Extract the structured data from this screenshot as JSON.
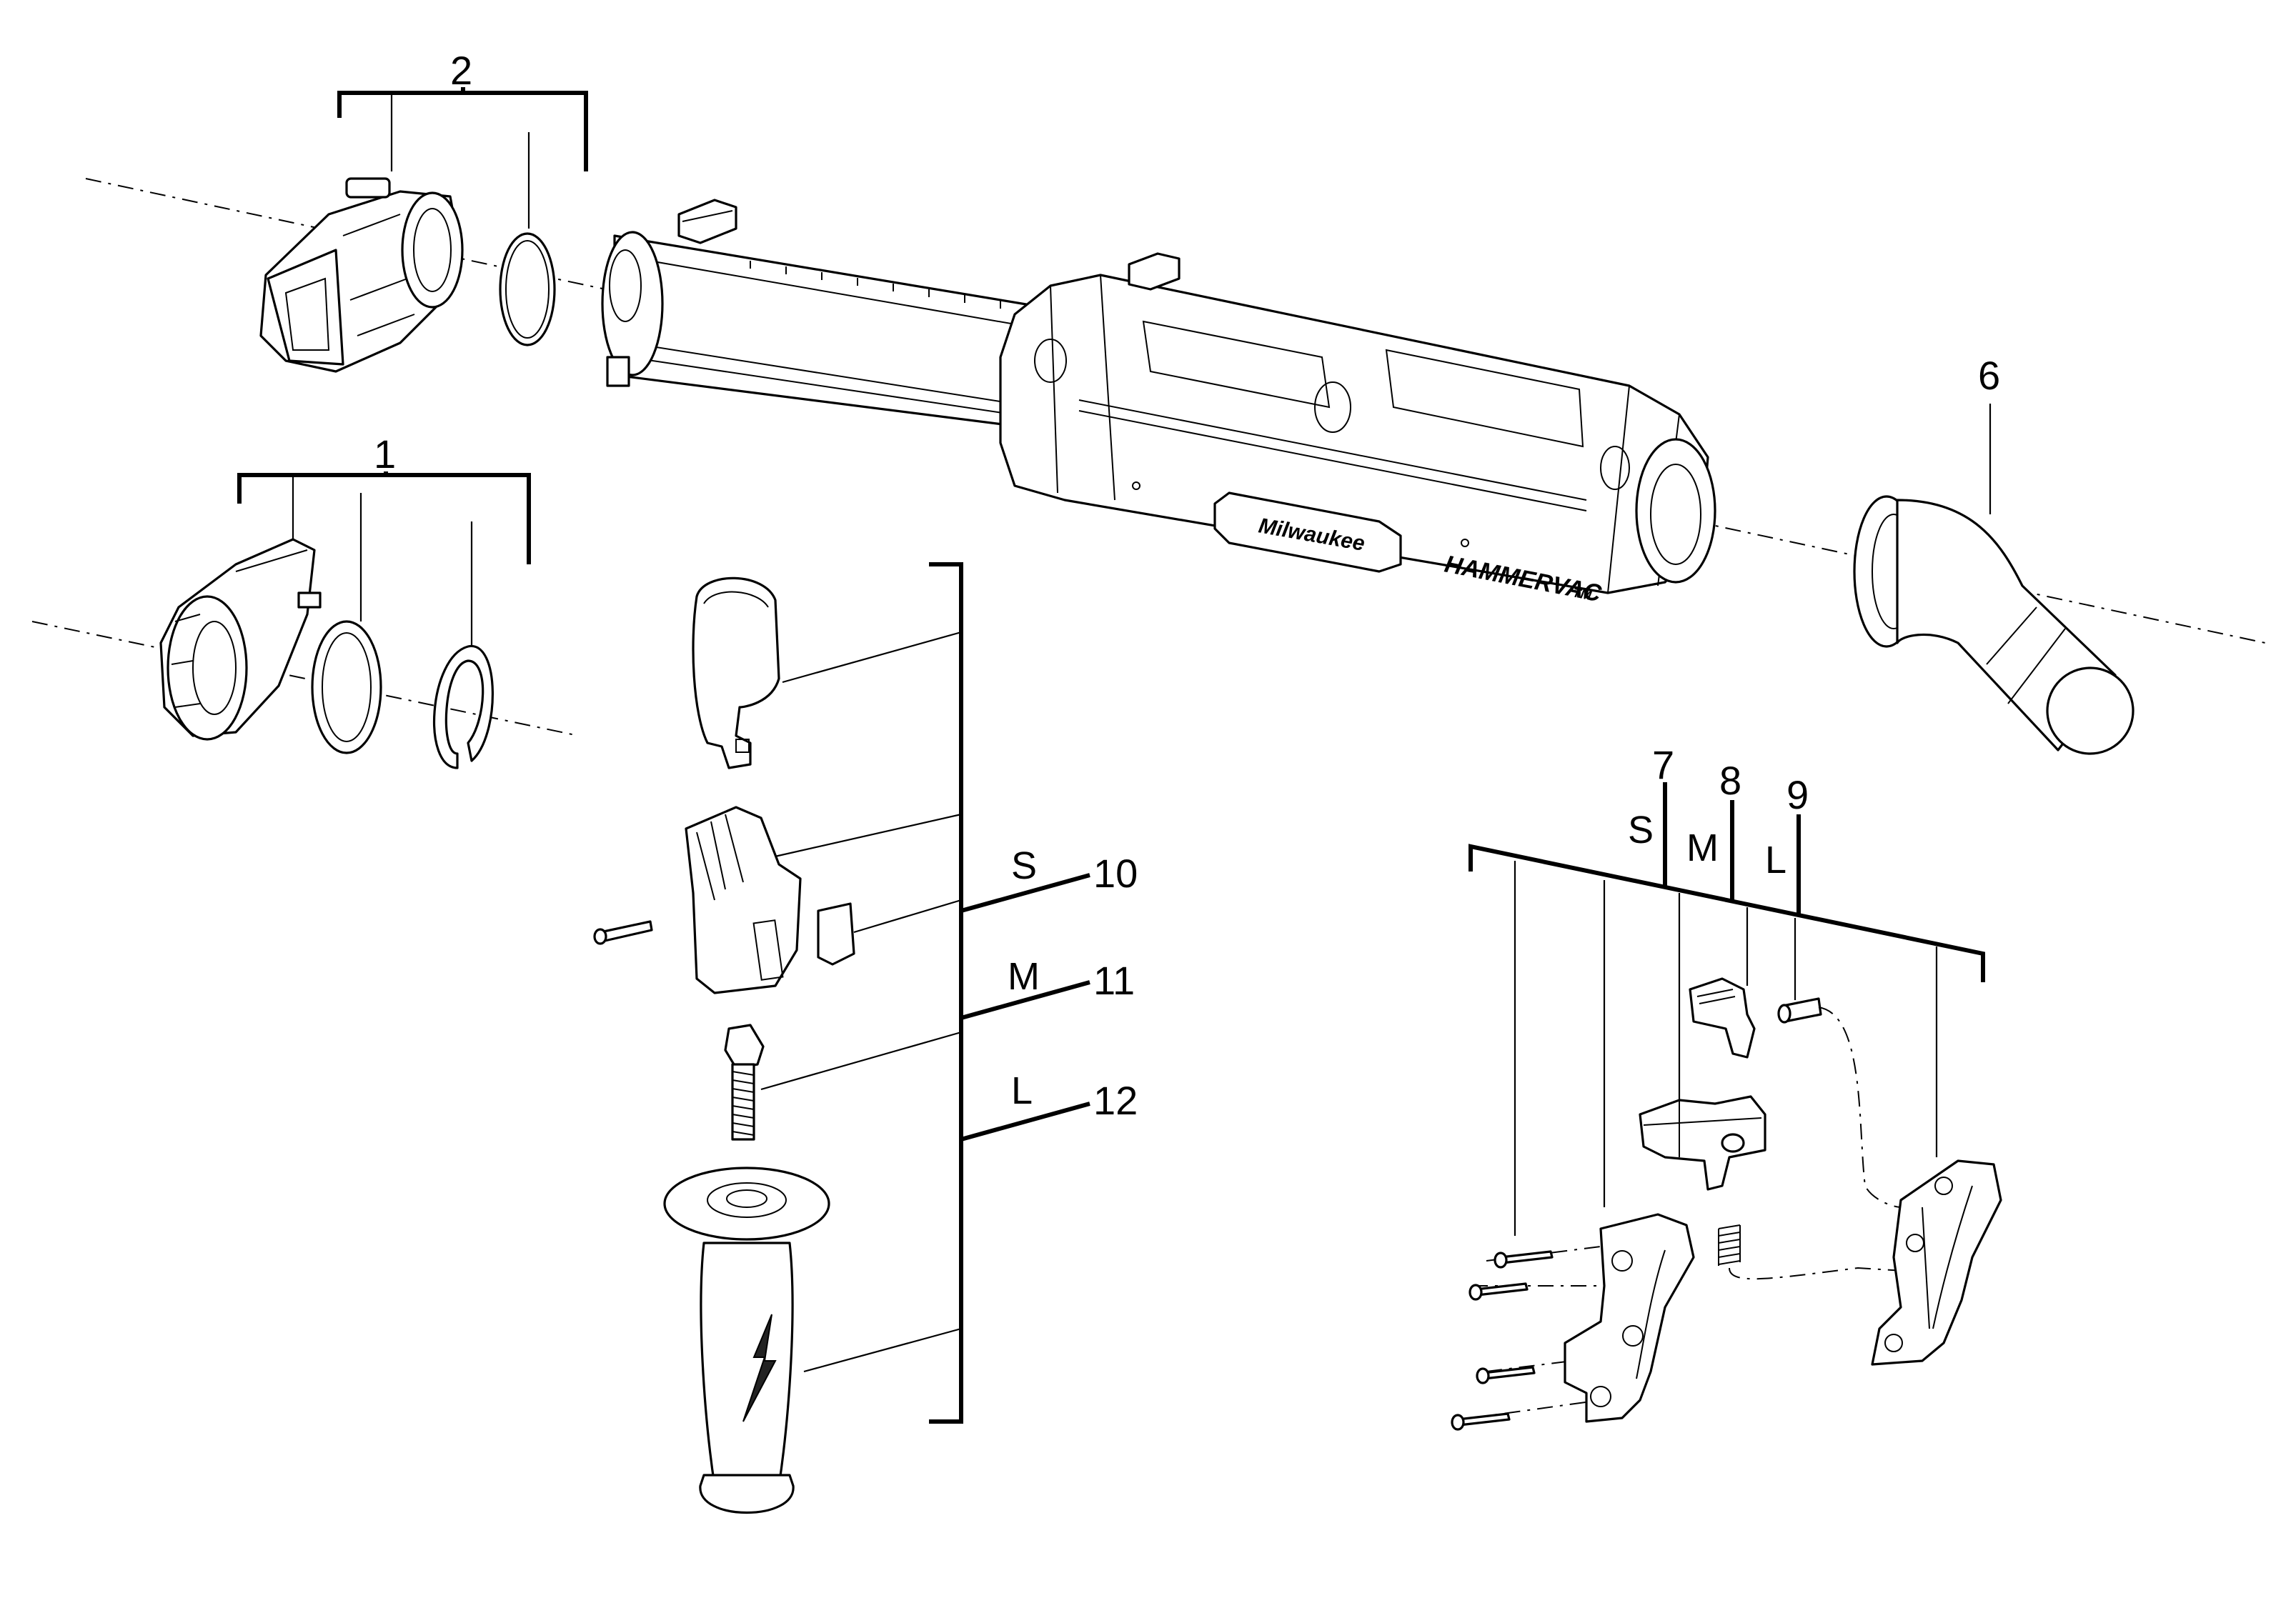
{
  "labels": {
    "p1": "1",
    "p2": "2",
    "p6": "6",
    "p7": "7",
    "p8": "8",
    "p9": "9",
    "p10": "10",
    "p11": "11",
    "p12": "12"
  },
  "sizes": {
    "s_left": "S",
    "m_left": "M",
    "l_left": "L",
    "s_right": "S",
    "m_right": "M",
    "l_right": "L"
  },
  "brand": {
    "product": "HAMMERVAC",
    "trademark": "TM",
    "logo": "Milwaukee"
  }
}
